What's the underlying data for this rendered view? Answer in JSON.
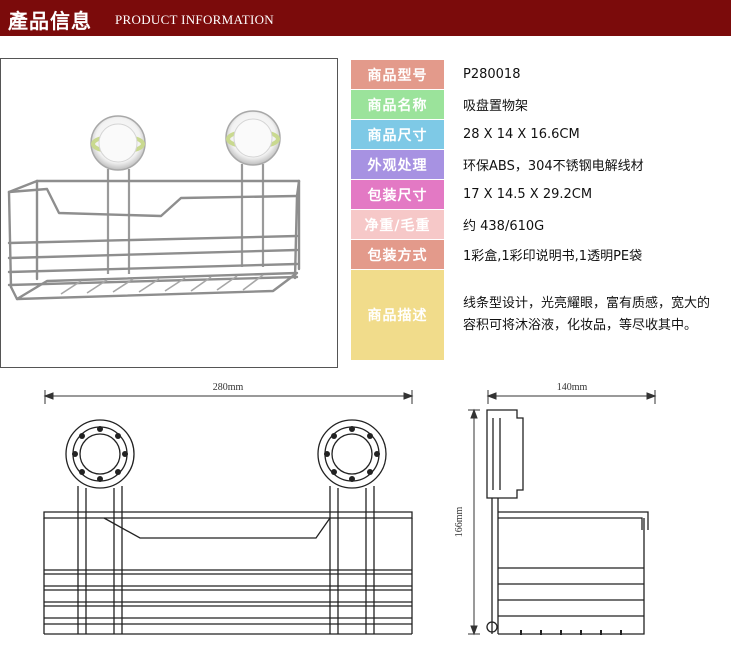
{
  "header": {
    "title_cn": "產品信息",
    "title_en": "PRODUCT INFORMATION"
  },
  "colors": {
    "header_bg": "#7b0b0b",
    "model": "#e39a8b",
    "name": "#9be39b",
    "size": "#7ec9e6",
    "finish": "#a792e2",
    "package": "#e379c4",
    "weight": "#f6c8c8",
    "packing": "#e39a8b",
    "desc": "#f1dc8b"
  },
  "specs": [
    {
      "label": "商品型号",
      "value": "P280018"
    },
    {
      "label": "商品名称",
      "value": "吸盘置物架"
    },
    {
      "label": "商品尺寸",
      "value": "28 X 14 X 16.6CM"
    },
    {
      "label": "外观处理",
      "value": "环保ABS，304不锈钢电解线材"
    },
    {
      "label": "包装尺寸",
      "value": "17 X 14.5 X 29.2CM"
    },
    {
      "label": "净重/毛重",
      "value": "约  438/610G"
    },
    {
      "label": "包装方式",
      "value": "1彩盒,1彩印说明书,1透明PE袋"
    }
  ],
  "description": {
    "label": "商品描述",
    "value": "线条型设计，光亮耀眼，富有质感，宽大的容积可将沐浴液，化妆品，等尽收其中。"
  },
  "drawings": {
    "front_width": "280mm",
    "side_depth": "140mm",
    "side_height": "166mm"
  }
}
